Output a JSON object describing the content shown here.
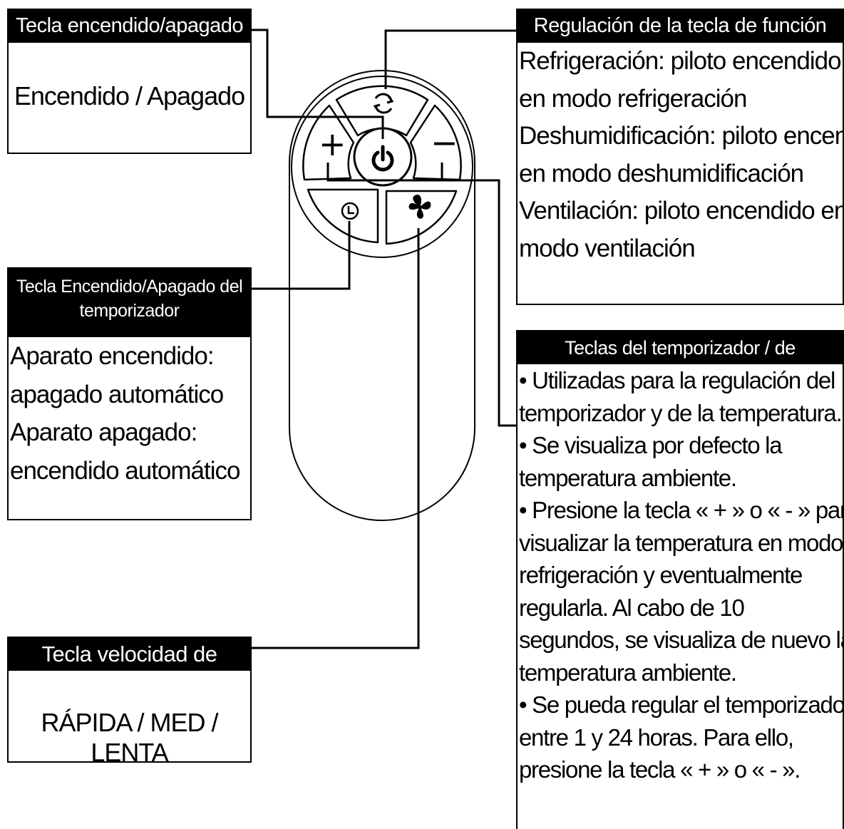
{
  "power_box": {
    "title": "Tecla encendido/apagado",
    "body": "Encendido / Apagado"
  },
  "function_box": {
    "title": "Regulación de la tecla de función",
    "lines": [
      "Refrigeración: piloto encendido",
      "en modo refrigeración",
      "Deshumidificación: piloto encendido",
      "en modo deshumidificación",
      "Ventilación: piloto encendido en",
      "modo ventilación"
    ]
  },
  "timer_box": {
    "title_lines": [
      "Tecla Encendido/Apagado del",
      "temporizador"
    ],
    "lines": [
      "Aparato encendido:",
      "apagado automático",
      "Aparato apagado:",
      "encendido automático"
    ]
  },
  "fan_box": {
    "title": "Tecla velocidad de ventilación",
    "body": "RÁPIDA / MED / LENTA"
  },
  "temp_box": {
    "title": "Teclas del temporizador / de temperatura",
    "lines": [
      "• Utilizadas para la regulación del",
      "temporizador y de la temperatura.",
      "• Se visualiza por defecto la",
      "temperatura ambiente.",
      "• Presione la tecla « + » o « - » para",
      "visualizar la temperatura en modo",
      "refrigeración y eventualmente",
      "regularla. Al cabo de 10",
      "segundos, se visualiza de nuevo la",
      "temperatura ambiente.",
      "• Se pueda regular el temporizador",
      "entre 1 y 24 horas. Para ello,",
      "presione la tecla « + » o « - »."
    ]
  },
  "remote": {
    "plus_label": "+",
    "minus_label": "−",
    "icons": [
      "mode-cycle-icon",
      "power-icon",
      "timer-clock-icon",
      "fan-icon"
    ]
  }
}
